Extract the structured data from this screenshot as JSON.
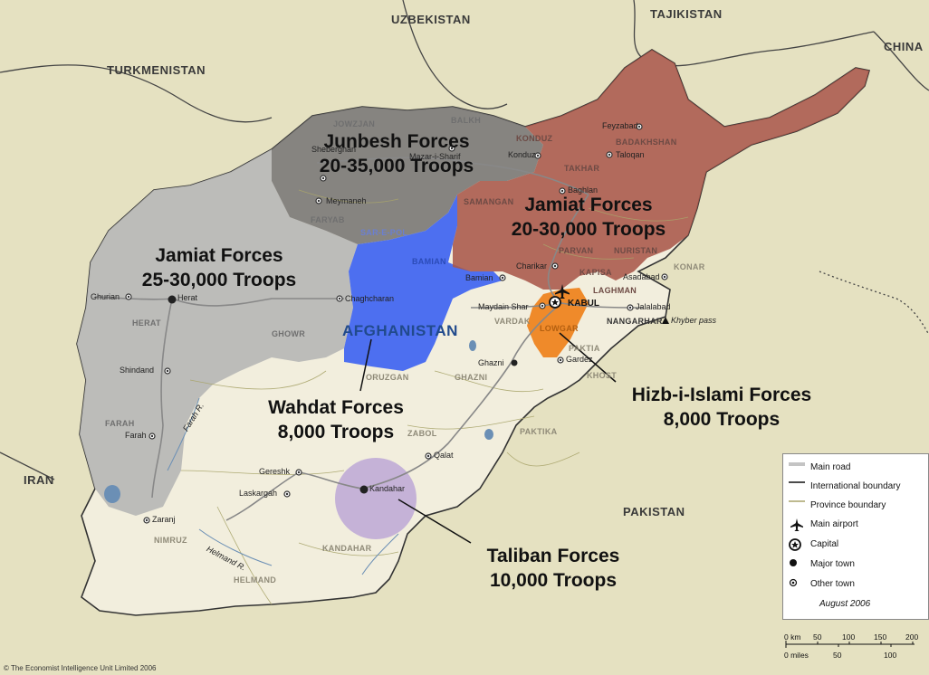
{
  "countries": {
    "uzbekistan": "UZBEKISTAN",
    "tajikistan": "TAJIKISTAN",
    "china": "CHINA",
    "turkmenistan": "TURKMENISTAN",
    "iran": "IRAN",
    "pakistan": "PAKISTAN",
    "afghanistan": "AFGHANISTAN"
  },
  "provinces": {
    "jowzjan": "JOWZJAN",
    "balkh": "BALKH",
    "konduz": "KONDUZ",
    "badakhshan": "BADAKHSHAN",
    "takhar": "TAKHAR",
    "samangan": "SAMANGAN",
    "faryab": "FARYAB",
    "sar_e_pol": "SAR-E-POL",
    "bamian": "BAMIAN",
    "parvan": "PARVAN",
    "nuristan": "NURISTAN",
    "kapisa": "KAPISA",
    "konar": "KONAR",
    "laghman": "LAGHMAN",
    "nangarhar": "NANGARHAR",
    "herat": "HERAT",
    "ghowr": "GHOWR",
    "vardak": "VARDAK",
    "lowgar": "LOWGAR",
    "paktia": "PAKTIA",
    "khost": "KHOST",
    "oruzgan": "ORUZGAN",
    "ghazni": "GHAZNI",
    "zabol": "ZABOL",
    "paktika": "PAKTIKA",
    "farah": "FARAH",
    "nimruz": "NIMRUZ",
    "helmand": "HELMAND",
    "kandahar": "KANDAHAR"
  },
  "towns": {
    "sheberghan": "Sheberghan",
    "mazar": "Mazar-i-Sharif",
    "konduz": "Konduz",
    "feyzabad": "Feyzabad",
    "taloqan": "Taloqan",
    "baghlan": "Baghlan",
    "meymaneh": "Meymaneh",
    "bamian": "Bamian",
    "charikar": "Charikar",
    "asadabad": "Asadabad",
    "jalalabad": "Jalalabad",
    "ghurian": "Ghurian",
    "herat": "Herat",
    "chaghcharan": "Chaghcharan",
    "maydain_shar": "Maydain Shar",
    "kabul": "KABUL",
    "gardez": "Gardez",
    "ghazni": "Ghazni",
    "shindand": "Shindand",
    "farah": "Farah",
    "qalat": "Qalat",
    "gereshk": "Gereshk",
    "laskargah": "Laskargah",
    "kandahar": "Kandahar",
    "zaranj": "Zaranj"
  },
  "features": {
    "khyber_pass": "Khyber pass",
    "farah_river": "Farah R.",
    "helmand_river": "Helmand R."
  },
  "forces": {
    "junbesh": {
      "name": "Junbesh Forces",
      "troops": "20-35,000 Troops",
      "color": "#6e6e6e"
    },
    "jamiat_ne": {
      "name": "Jamiat Forces",
      "troops": "20-30,000 Troops",
      "color": "#a04a3c"
    },
    "jamiat_w": {
      "name": "Jamiat Forces",
      "troops": "25-30,000 Troops",
      "color": "#b4b4b4"
    },
    "wahdat": {
      "name": "Wahdat Forces",
      "troops": "8,000 Troops",
      "color": "#4d6ff0"
    },
    "hizb": {
      "name": "Hizb-i-Islami Forces",
      "troops": "8,000 Troops",
      "color": "#ee8a2c"
    },
    "taliban": {
      "name": "Taliban Forces",
      "troops": "10,000 Troops",
      "color": "#b9a3d6"
    }
  },
  "legend": {
    "title_items": [
      {
        "icon": "main-road",
        "label": "Main road"
      },
      {
        "icon": "international-boundary",
        "label": "International boundary"
      },
      {
        "icon": "province-boundary",
        "label": "Province boundary"
      },
      {
        "icon": "airplane-icon",
        "label": "Main airport"
      },
      {
        "icon": "capital-star-icon",
        "label": "Capital"
      },
      {
        "icon": "major-town-dot-icon",
        "label": "Major town"
      },
      {
        "icon": "other-town-dot-icon",
        "label": "Other town"
      }
    ],
    "date": "August 2006"
  },
  "scale": {
    "km_label": "0 km",
    "km_ticks": [
      "50",
      "100",
      "150",
      "200"
    ],
    "miles_label": "0 miles",
    "miles_ticks": [
      "50",
      "100"
    ]
  },
  "credit": "© The Economist Intelligence Unit Limited 2006",
  "colors": {
    "sea_land": "#e6e2c2",
    "afghan_land": "#f2efe0",
    "border": "#333333"
  }
}
